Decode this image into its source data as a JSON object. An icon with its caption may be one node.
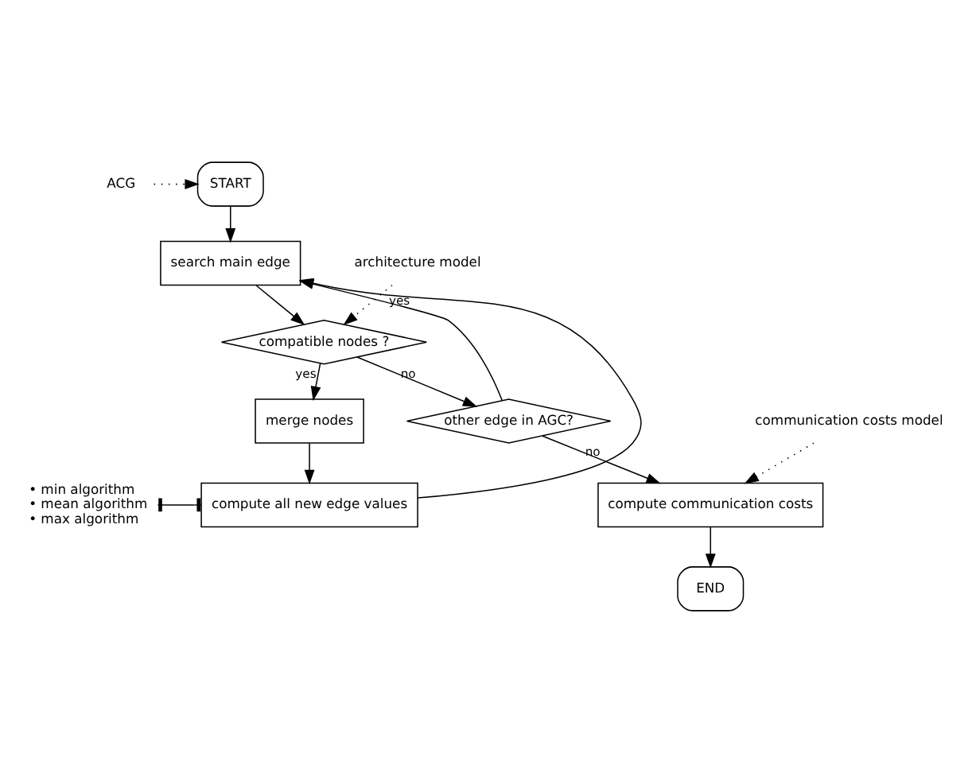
{
  "diagram": {
    "nodes": [
      {
        "text": [
          "ACG"
        ]
      },
      {
        "text": [
          "START"
        ]
      },
      {
        "text": [
          "search main edge"
        ]
      },
      {
        "text": [
          "architecture model"
        ]
      },
      {
        "text": [
          "compatible nodes ?"
        ]
      },
      {
        "text": [
          "other edge in AGC?"
        ]
      },
      {
        "text": [
          "merge nodes"
        ]
      },
      {
        "text": [
          "communication costs model"
        ]
      },
      {
        "text": [
          "compute communication costs"
        ]
      },
      {
        "text": [
          "compute all new edge values"
        ]
      },
      {
        "text": [
          "END"
        ]
      },
      {
        "text": [
          "• min algorithm",
          "• mean algorithm",
          "• max algorithm"
        ]
      }
    ],
    "edges": [
      {
        "from": 0,
        "to": 1,
        "arrow": "to",
        "style": "dashed"
      },
      {
        "from": 1,
        "to": 2,
        "arrow": "to"
      },
      {
        "from": 2,
        "to": 4,
        "arrow": "to"
      },
      {
        "from": 3,
        "to": 4,
        "arrow": "to",
        "style": "dashed"
      },
      {
        "from": 4,
        "to": 5,
        "arrow": "to",
        "label": "no"
      },
      {
        "from": 4,
        "to": 6,
        "arrow": "to",
        "label": "yes"
      },
      {
        "from": 5,
        "to": 2,
        "arrow": "to",
        "label": "yes"
      },
      {
        "from": 5,
        "to": 8,
        "arrow": "to",
        "label": "no"
      },
      {
        "from": 7,
        "to": 8,
        "arrow": "to",
        "style": "dashed"
      },
      {
        "from": 6,
        "to": 9,
        "arrow": "to"
      },
      {
        "from": 9,
        "to": 2,
        "arrow": "to"
      },
      {
        "from": 8,
        "to": 10,
        "arrow": "to"
      },
      {
        "from": 11,
        "to": 9,
        "arrow": "other"
      }
    ]
  }
}
